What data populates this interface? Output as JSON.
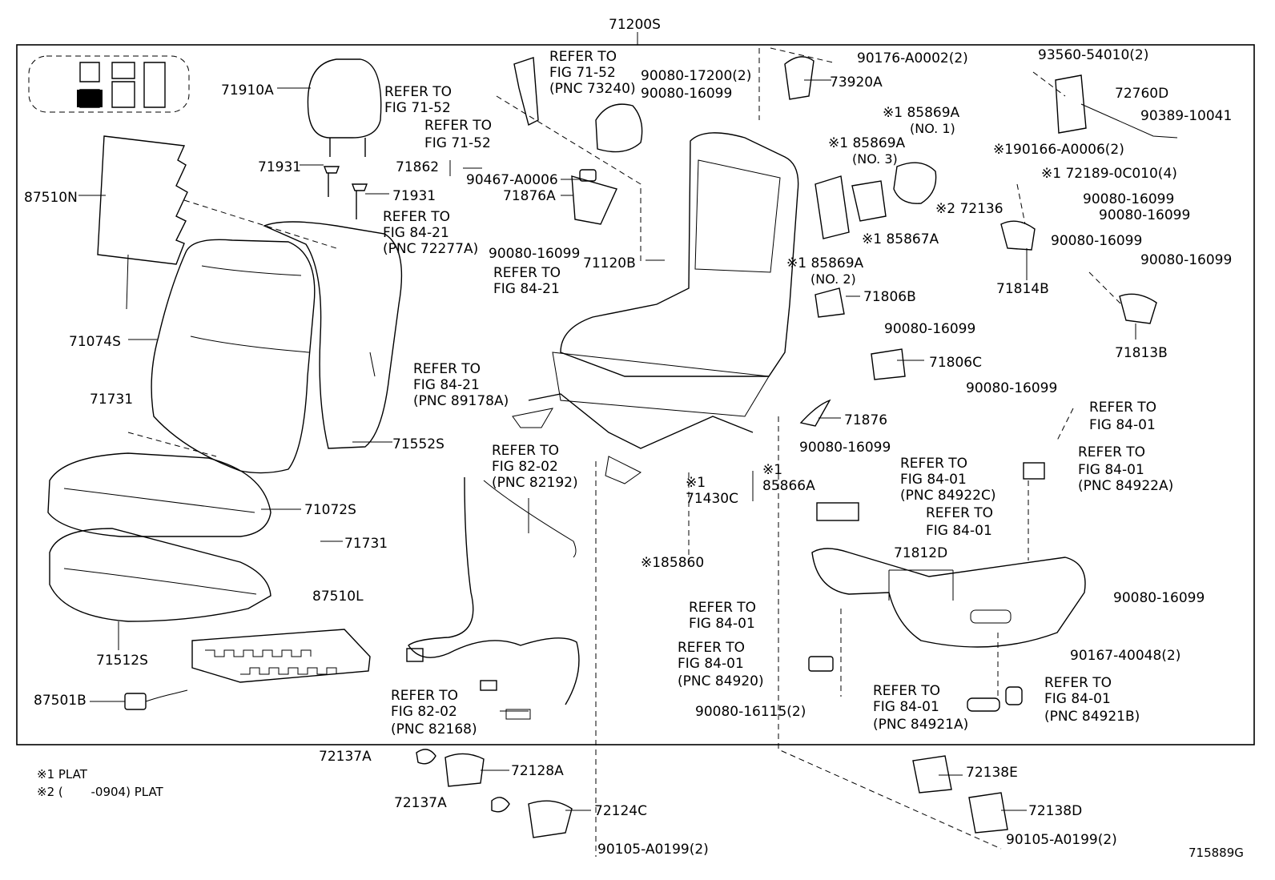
{
  "assembly_label": "71200S",
  "figure_code": "715889G",
  "notes": [
    "※1 PLAT",
    "※2 (　　 -0904) PLAT"
  ],
  "callouts": [
    {
      "id": "c01",
      "text": "71910A"
    },
    {
      "id": "c02",
      "text": "REFER TO"
    },
    {
      "id": "c03",
      "text": "FIG 71-52"
    },
    {
      "id": "c04",
      "text": "REFER TO"
    },
    {
      "id": "c05",
      "text": "FIG 71-52"
    },
    {
      "id": "c06",
      "text": "(PNC 73240)"
    },
    {
      "id": "c07",
      "text": "REFER TO"
    },
    {
      "id": "c08",
      "text": "FIG 71-52"
    },
    {
      "id": "c09",
      "text": "71931"
    },
    {
      "id": "c10",
      "text": "71931"
    },
    {
      "id": "c11",
      "text": "87510N"
    },
    {
      "id": "c12",
      "text": "71862"
    },
    {
      "id": "c13",
      "text": "90467-A0006"
    },
    {
      "id": "c14",
      "text": "71876A"
    },
    {
      "id": "c15",
      "text": "REFER TO"
    },
    {
      "id": "c16",
      "text": "FIG 84-21"
    },
    {
      "id": "c17",
      "text": "(PNC 72277A)"
    },
    {
      "id": "c18",
      "text": "90080-16099"
    },
    {
      "id": "c19",
      "text": "90080-17200(2)"
    },
    {
      "id": "c20",
      "text": "90080-16099"
    },
    {
      "id": "c21",
      "text": "73920A"
    },
    {
      "id": "c22",
      "text": "90176-A0002(2)"
    },
    {
      "id": "c23",
      "text": "93560-54010(2)"
    },
    {
      "id": "c24",
      "text": "72760D"
    },
    {
      "id": "c25",
      "text": "90389-10041"
    },
    {
      "id": "c26",
      "text": "※1 85869A"
    },
    {
      "id": "c27",
      "text": "(NO. 1)"
    },
    {
      "id": "c28",
      "text": "※1 85869A"
    },
    {
      "id": "c29",
      "text": "(NO. 3)"
    },
    {
      "id": "c30",
      "text": "※190166-A0006(2)"
    },
    {
      "id": "c31",
      "text": "※1 72189-0C010(4)"
    },
    {
      "id": "c32",
      "text": "※2 72136"
    },
    {
      "id": "c33",
      "text": "90080-16099"
    },
    {
      "id": "c34",
      "text": "90080-16099"
    },
    {
      "id": "c35",
      "text": "※1 85867A"
    },
    {
      "id": "c36",
      "text": "90080-16099"
    },
    {
      "id": "c37",
      "text": "90080-16099"
    },
    {
      "id": "c38",
      "text": "71120B"
    },
    {
      "id": "c39",
      "text": "※1 85869A"
    },
    {
      "id": "c40",
      "text": "(NO. 2)"
    },
    {
      "id": "c41",
      "text": "71814B"
    },
    {
      "id": "c42",
      "text": "REFER TO"
    },
    {
      "id": "c43",
      "text": "FIG 84-21"
    },
    {
      "id": "c44",
      "text": "71806B"
    },
    {
      "id": "c45",
      "text": "90080-16099"
    },
    {
      "id": "c46",
      "text": "71813B"
    },
    {
      "id": "c47",
      "text": "71074S"
    },
    {
      "id": "c48",
      "text": "REFER TO"
    },
    {
      "id": "c49",
      "text": "FIG 84-21"
    },
    {
      "id": "c50",
      "text": "(PNC 89178A)"
    },
    {
      "id": "c51",
      "text": "71806C"
    },
    {
      "id": "c52",
      "text": "90080-16099"
    },
    {
      "id": "c53",
      "text": "71731"
    },
    {
      "id": "c54",
      "text": "REFER TO"
    },
    {
      "id": "c55",
      "text": "FIG 84-01"
    },
    {
      "id": "c56",
      "text": "71876"
    },
    {
      "id": "c57",
      "text": "71552S"
    },
    {
      "id": "c58",
      "text": "90080-16099"
    },
    {
      "id": "c59",
      "text": "REFER TO"
    },
    {
      "id": "c60",
      "text": "FIG 82-02"
    },
    {
      "id": "c61",
      "text": "(PNC 82192)"
    },
    {
      "id": "c62",
      "text": "※1"
    },
    {
      "id": "c63",
      "text": "85866A"
    },
    {
      "id": "c64",
      "text": "※1"
    },
    {
      "id": "c65",
      "text": "71430C"
    },
    {
      "id": "c66",
      "text": "REFER TO"
    },
    {
      "id": "c67",
      "text": "FIG 84-01"
    },
    {
      "id": "c68",
      "text": "(PNC 84922C)"
    },
    {
      "id": "c69",
      "text": "REFER TO"
    },
    {
      "id": "c70",
      "text": "FIG 84-01"
    },
    {
      "id": "c71",
      "text": "(PNC 84922A)"
    },
    {
      "id": "c72",
      "text": "71072S"
    },
    {
      "id": "c73",
      "text": "71731"
    },
    {
      "id": "c74",
      "text": "REFER TO"
    },
    {
      "id": "c75",
      "text": "FIG 84-01"
    },
    {
      "id": "c76",
      "text": "※185860"
    },
    {
      "id": "c77",
      "text": "71812D"
    },
    {
      "id": "c78",
      "text": "90080-16099"
    },
    {
      "id": "c79",
      "text": "87510L"
    },
    {
      "id": "c80",
      "text": "REFER TO"
    },
    {
      "id": "c81",
      "text": "FIG 84-01"
    },
    {
      "id": "c82",
      "text": "REFER TO"
    },
    {
      "id": "c83",
      "text": "FIG 84-01"
    },
    {
      "id": "c84",
      "text": "(PNC 84920)"
    },
    {
      "id": "c85",
      "text": "90167-40048(2)"
    },
    {
      "id": "c86",
      "text": "71512S"
    },
    {
      "id": "c87",
      "text": "REFER TO"
    },
    {
      "id": "c88",
      "text": "FIG 82-02"
    },
    {
      "id": "c89",
      "text": "(PNC 82168)"
    },
    {
      "id": "c90",
      "text": "87501B"
    },
    {
      "id": "c91",
      "text": "90080-16115(2)"
    },
    {
      "id": "c92",
      "text": "REFER TO"
    },
    {
      "id": "c93",
      "text": "FIG 84-01"
    },
    {
      "id": "c94",
      "text": "(PNC 84921A)"
    },
    {
      "id": "c95",
      "text": "REFER TO"
    },
    {
      "id": "c96",
      "text": "FIG 84-01"
    },
    {
      "id": "c97",
      "text": "(PNC 84921B)"
    },
    {
      "id": "c98",
      "text": "72137A"
    },
    {
      "id": "c99",
      "text": "72128A"
    },
    {
      "id": "c100",
      "text": "72138E"
    },
    {
      "id": "c101",
      "text": "72137A"
    },
    {
      "id": "c102",
      "text": "72124C"
    },
    {
      "id": "c103",
      "text": "72138D"
    },
    {
      "id": "c104",
      "text": "90105-A0199(2)"
    },
    {
      "id": "c105",
      "text": "90105-A0199(2)"
    }
  ]
}
